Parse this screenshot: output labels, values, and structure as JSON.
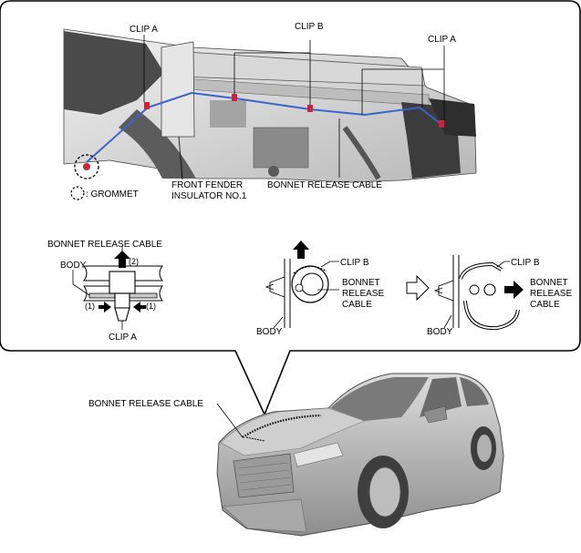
{
  "labels": {
    "clip_a_left": "CLIP A",
    "clip_b_top": "CLIP B",
    "clip_a_right": "CLIP A",
    "grommet_legend": ": GROMMET",
    "front_fender_line1": "FRONT FENDER",
    "front_fender_line2": "INSULATOR NO.1",
    "bonnet_release_cable_top": "BONNET RELEASE CABLE",
    "detail_bonnet_release_cable": "BONNET RELEASE CABLE",
    "detail_body": "BODY",
    "detail_step_2": "(2)",
    "detail_step_1_left": "(1)",
    "detail_step_1_right": "(1)",
    "detail_clip_a": "CLIP A",
    "closed_clip_b": "CLIP B",
    "closed_bonnet": "BONNET",
    "closed_release": "RELEASE",
    "closed_cable": "CABLE",
    "closed_body": "BODY",
    "open_clip_b": "CLIP B",
    "open_bonnet": "BONNET",
    "open_release": "RELEASE",
    "open_cable": "CABLE",
    "open_body": "BODY",
    "car_bonnet_release_cable": "BONNET RELEASE CABLE"
  },
  "colors": {
    "outline": "#000000",
    "cable": "#3a64c8",
    "clip_highlight": "#d0213a",
    "photo_gray": "#9a9a9a",
    "car_body": "#b4b4b4"
  }
}
